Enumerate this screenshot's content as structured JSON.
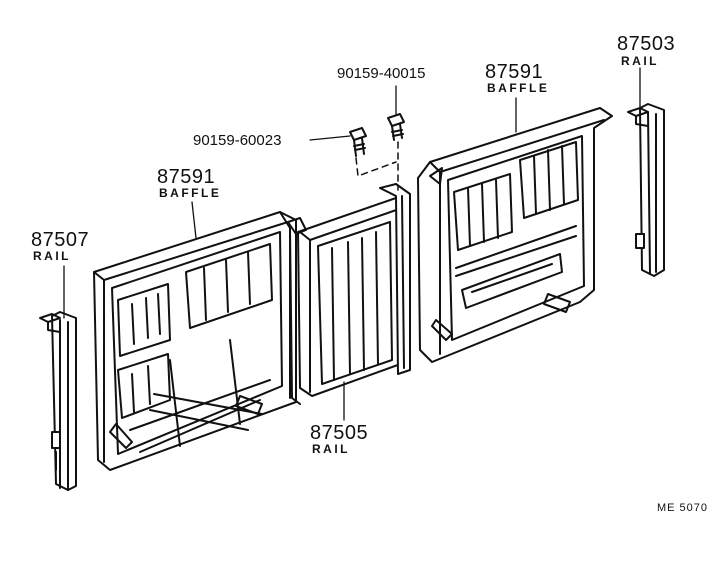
{
  "callouts": {
    "rail_right": {
      "number": "87503",
      "name": "RAIL"
    },
    "baffle_right": {
      "number": "87591",
      "name": "BAFFLE"
    },
    "bolt_upper": {
      "number": "90159-40015"
    },
    "bolt_lower": {
      "number": "90159-60023"
    },
    "baffle_left": {
      "number": "87591",
      "name": "BAFFLE"
    },
    "rail_left": {
      "number": "87507",
      "name": "RAIL"
    },
    "rail_center": {
      "number": "87505",
      "name": "RAIL"
    }
  },
  "figure_code": "ME 5070",
  "colors": {
    "line": "#111111",
    "paper": "#ffffff",
    "fill": "#f2f2f2"
  }
}
